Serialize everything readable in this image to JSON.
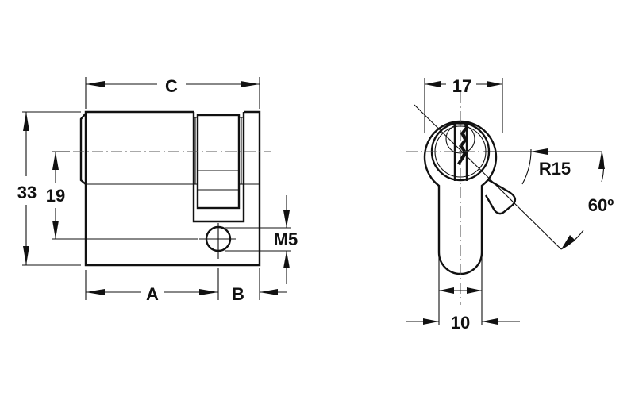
{
  "drawing": {
    "title": "Half euro profile cylinder dimension drawing",
    "colors": {
      "line": "#111111",
      "centerline": "#555555",
      "background": "#ffffff"
    },
    "side_view": {
      "dimensions": {
        "overall_length": "C",
        "body_length": "A",
        "cam_offset": "B",
        "height": "33",
        "screw_height": "19",
        "screw_thread": "M5"
      }
    },
    "front_view": {
      "dimensions": {
        "head_diameter": "17",
        "body_width": "10",
        "cam_radius": "R15",
        "cam_angle": "60º"
      }
    }
  }
}
